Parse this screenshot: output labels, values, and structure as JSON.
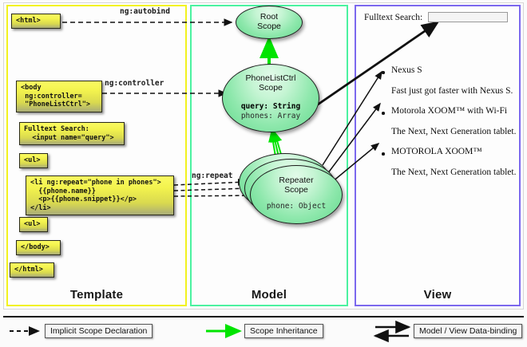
{
  "columns": [
    {
      "id": "template",
      "label": "Template",
      "border_color": "#f2f21e"
    },
    {
      "id": "model",
      "label": "Model",
      "border_color": "#4bf2a0"
    },
    {
      "id": "view",
      "label": "View",
      "border_color": "#7b68ee"
    }
  ],
  "template": {
    "boxes": [
      {
        "id": "html-open",
        "text": "<html>"
      },
      {
        "id": "body-open",
        "text": "<body\n ng:controller=\n \"PhoneListCtrl\">"
      },
      {
        "id": "fulltext",
        "text": "Fulltext Search:\n  <input name=\"query\">"
      },
      {
        "id": "ul-open",
        "text": "<ul>"
      },
      {
        "id": "li-repeat",
        "text": "<li ng:repeat=\"phone in phones\">\n  {{phone.name}}\n  <p>{{phone.snippet}}</p>\n</li>"
      },
      {
        "id": "ul-close",
        "text": "<ul>"
      },
      {
        "id": "body-close",
        "text": "</body>"
      },
      {
        "id": "html-close",
        "text": "</html>"
      }
    ]
  },
  "model": {
    "scopes": [
      {
        "id": "root-scope",
        "title_line1": "Root",
        "title_line2": "Scope",
        "props": []
      },
      {
        "id": "phonelistctrl-scope",
        "title_line1": "PhoneListCtrl",
        "title_line2": "Scope",
        "props": [
          {
            "text": "query: String",
            "bold": true
          },
          {
            "text": "phones: Array",
            "bold": false
          }
        ]
      },
      {
        "id": "repeater-scope",
        "title_line1": "Repeater",
        "title_line2": "Scope",
        "props": [
          {
            "text": "phone: Object",
            "bold": false
          }
        ]
      }
    ]
  },
  "edges": {
    "autobind": "ng:autobind",
    "controller": "ng:controller",
    "repeat": "ng:repeat"
  },
  "view": {
    "search_label": "Fulltext Search:",
    "search_value": "",
    "search_placeholder": "",
    "items": [
      {
        "name": "Nexus S",
        "snippet": "Fast just got faster with Nexus S."
      },
      {
        "name": "Motorola XOOM™  with Wi-Fi",
        "snippet": "The Next, Next Generation tablet."
      },
      {
        "name": "MOTOROLA XOOM™",
        "snippet": "The Next, Next Generation tablet."
      }
    ]
  },
  "legend": [
    {
      "id": "implicit-scope-declaration",
      "label": "Implicit Scope Declaration",
      "style": "dashed-arrow",
      "color": "#111111"
    },
    {
      "id": "scope-inheritance",
      "label": "Scope Inheritance",
      "style": "green-arrow",
      "color": "#00e400"
    },
    {
      "id": "model-view-data-binding",
      "label": "Model / View Data-binding",
      "style": "double-arrow",
      "color": "#111111"
    }
  ]
}
